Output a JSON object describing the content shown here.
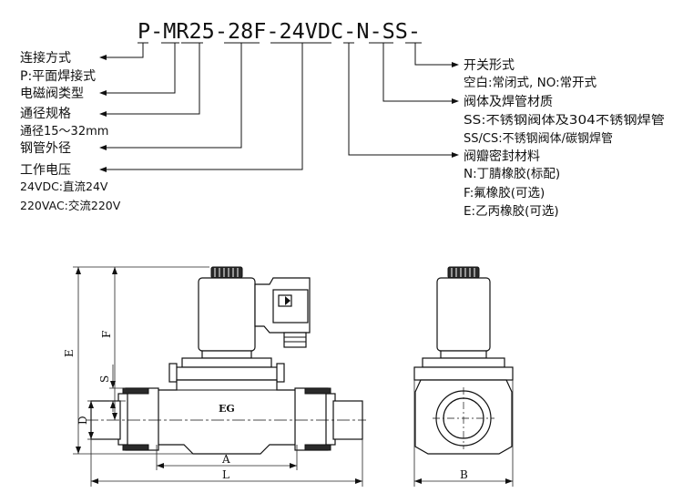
{
  "model_code": "P-MR25-28F-24VDC-N-SS-",
  "left_labels": {
    "connection_type": "连接方式",
    "connection_detail": "P:平面焊接式",
    "valve_type": "电磁阀类型",
    "bore_spec": "通径规格",
    "bore_range": "通径15～32mm",
    "pipe_od": "钢管外径",
    "voltage": "工作电压",
    "voltage_dc": "24VDC:直流24V",
    "voltage_ac": "220VAC:交流220V"
  },
  "right_labels": {
    "switch_form": "开关形式",
    "switch_detail": "空白:常闭式, NO:常开式",
    "body_material": "阀体及焊管材质",
    "body_ss": "SS:不锈钢阀体及304不锈钢焊管",
    "body_sscs": "SS/CS:不锈钢阀体/碳钢焊管",
    "seal_material": "阀瓣密封材料",
    "seal_n": "N:丁腈橡胶(标配)",
    "seal_f": "F:氟橡胶(可选)",
    "seal_e": "E:乙丙橡胶(可选)"
  },
  "dimension_labels": {
    "E": "E",
    "F": "F",
    "S": "S",
    "D": "D",
    "A": "A",
    "L": "L",
    "B": "B"
  },
  "body_mark": "EG"
}
